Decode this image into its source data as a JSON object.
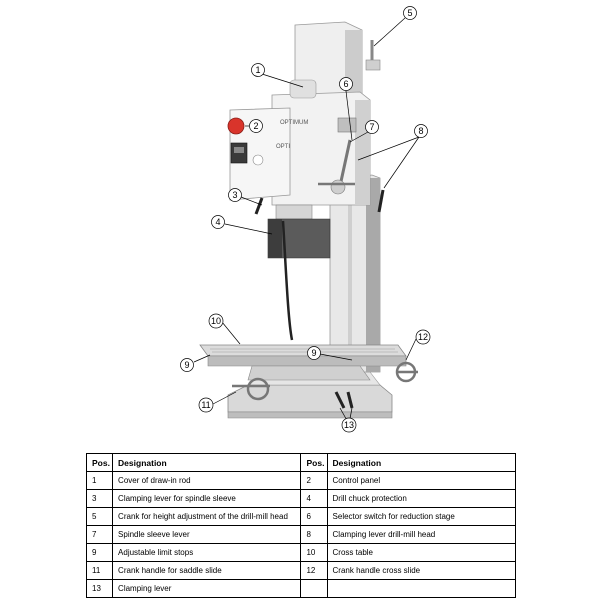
{
  "figure": {
    "brand_text": "OPTIMUM",
    "brand_small": "OPTI",
    "callouts": [
      "1",
      "2",
      "3",
      "4",
      "5",
      "6",
      "7",
      "8",
      "9",
      "9",
      "10",
      "11",
      "12",
      "13"
    ]
  },
  "table": {
    "headers": [
      "Pos.",
      "Designation",
      "Pos.",
      "Designation"
    ],
    "rows": [
      [
        "1",
        "Cover of draw-in rod",
        "2",
        "Control panel"
      ],
      [
        "3",
        "Clamping lever for spindle sleeve",
        "4",
        "Drill chuck protection"
      ],
      [
        "5",
        "Crank for height adjustment of the drill-mill head",
        "6",
        "Selector switch for reduction stage"
      ],
      [
        "7",
        "Spindle sleeve lever",
        "8",
        "Clamping lever drill-mill head"
      ],
      [
        "9",
        "Adjustable limit stops",
        "10",
        "Cross table"
      ],
      [
        "11",
        "Crank handle for saddle slide",
        "12",
        "Crank handle cross slide"
      ],
      [
        "13",
        "Clamping lever",
        "",
        ""
      ]
    ]
  }
}
